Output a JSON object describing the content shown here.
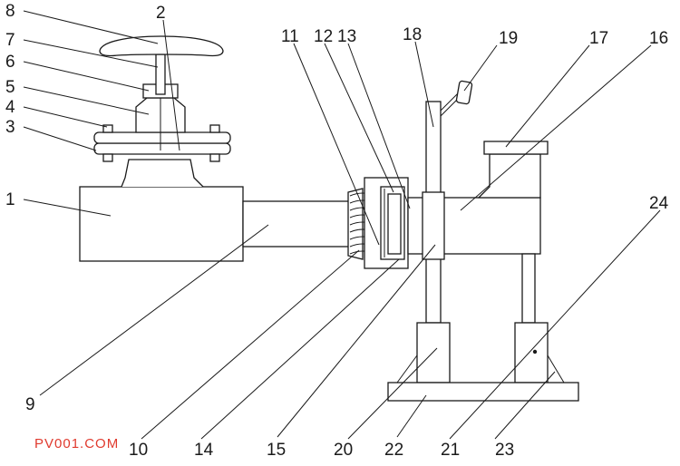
{
  "labels": {
    "l1": "1",
    "l2": "2",
    "l3": "3",
    "l4": "4",
    "l5": "5",
    "l6": "6",
    "l7": "7",
    "l8": "8",
    "l9": "9",
    "l10": "10",
    "l11": "11",
    "l12": "12",
    "l13": "13",
    "l14": "14",
    "l15": "15",
    "l16": "16",
    "l17": "17",
    "l18": "18",
    "l19": "19",
    "l20": "20",
    "l21": "21",
    "l22": "22",
    "l23": "23",
    "l24": "24"
  },
  "watermark": "PV001.COM",
  "colors": {
    "line": "#1a1a1a",
    "watermark": "#e03a2e",
    "background": "#ffffff"
  }
}
